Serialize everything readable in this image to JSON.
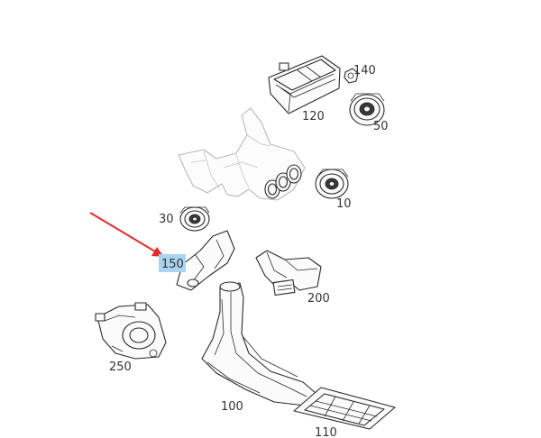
{
  "diagram": {
    "labels": {
      "l140": "140",
      "l120": "120",
      "l50": "50",
      "l10": "10",
      "l30": "30",
      "l150": "150",
      "l200": "200",
      "l250": "250",
      "l100": "100",
      "l110": "110"
    },
    "colors": {
      "highlight": "#a9d4ee",
      "arrow": "#e32b2b",
      "line": "#2a2a2a",
      "faded_line": "#b9b9b9"
    }
  }
}
